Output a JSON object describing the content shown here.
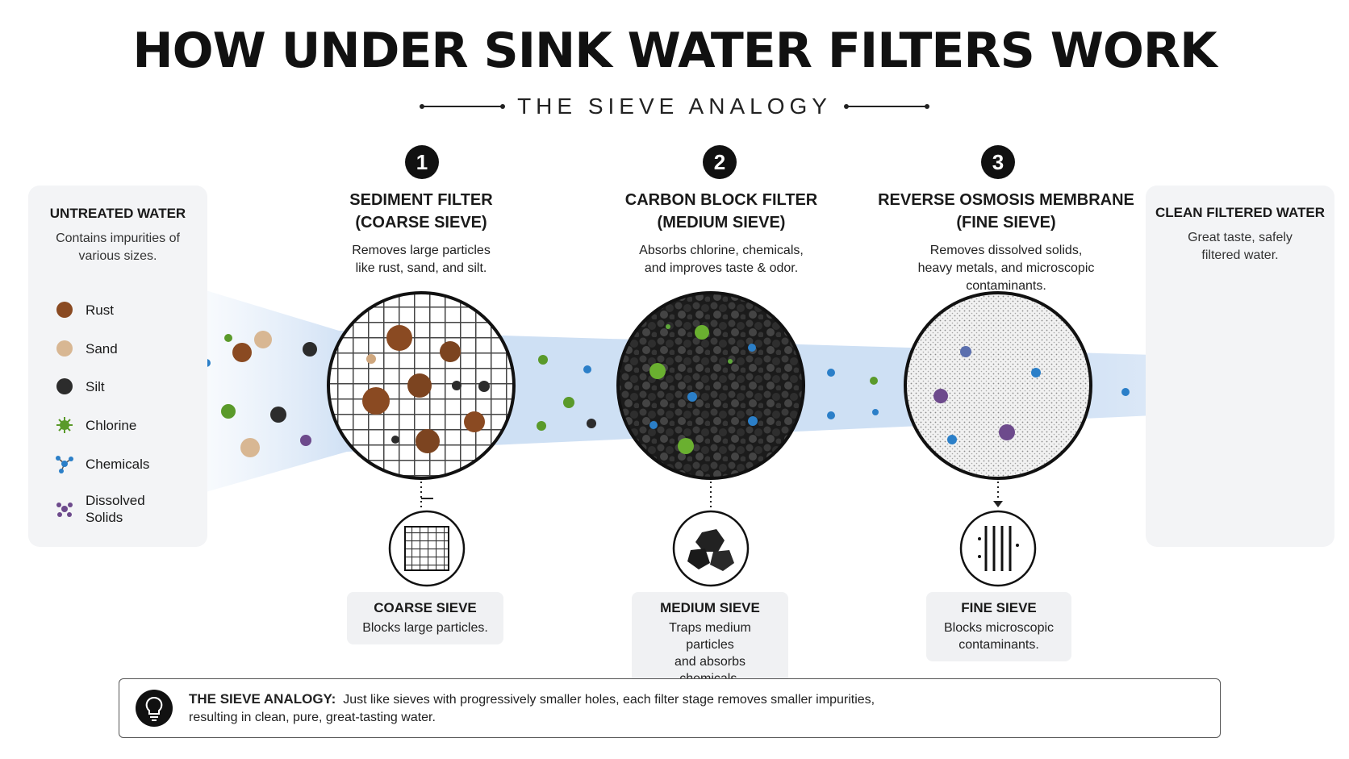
{
  "title": "HOW UNDER SINK WATER FILTERS WORK",
  "subtitle": "THE SIEVE ANALOGY",
  "untreated": {
    "title": "UNTREATED WATER",
    "desc": "Contains impurities of various sizes.",
    "legend": [
      {
        "label": "Rust",
        "icon": "rust-particle-icon",
        "color": "#8a4a22"
      },
      {
        "label": "Sand",
        "icon": "sand-particle-icon",
        "color": "#d8b793"
      },
      {
        "label": "Silt",
        "icon": "silt-particle-icon",
        "color": "#2c2c2c"
      },
      {
        "label": "Chlorine",
        "icon": "chlorine-particle-icon",
        "color": "#5a9a2a"
      },
      {
        "label": "Chemicals",
        "icon": "chemical-molecule-icon",
        "color": "#2b7fc8"
      },
      {
        "label": "Dissolved Solids",
        "icon": "dissolved-solids-icon",
        "color": "#6d4a8c"
      }
    ]
  },
  "stages": [
    {
      "number": "1",
      "title": "SEDIMENT FILTER (COARSE SIEVE)",
      "title_line1": "SEDIMENT FILTER",
      "title_line2": "(COARSE SIEVE)",
      "desc_line1": "Removes large particles",
      "desc_line2": "like rust, sand, and silt.",
      "sieve_title": "COARSE SIEVE",
      "sieve_desc_line1": "Blocks large particles.",
      "sieve_desc_line2": ""
    },
    {
      "number": "2",
      "title": "CARBON BLOCK FILTER (MEDIUM SIEVE)",
      "title_line1": "CARBON BLOCK FILTER",
      "title_line2": "(MEDIUM SIEVE)",
      "desc_line1": "Absorbs chlorine, chemicals,",
      "desc_line2": "and improves taste & odor.",
      "sieve_title": "MEDIUM SIEVE",
      "sieve_desc_line1": "Traps medium particles",
      "sieve_desc_line2": "and absorbs chemicals."
    },
    {
      "number": "3",
      "title": "REVERSE OSMOSIS MEMBRANE (FINE SIEVE)",
      "title_line1": "REVERSE OSMOSIS MEMBRANE",
      "title_line2": "(FINE SIEVE)",
      "desc_line1": "Removes dissolved solids,",
      "desc_line2": "heavy metals, and microscopic",
      "desc_line3": "contaminants.",
      "sieve_title": "FINE SIEVE",
      "sieve_desc_line1": "Blocks microscopic",
      "sieve_desc_line2": "contaminants."
    }
  ],
  "clean": {
    "title": "CLEAN FILTERED WATER",
    "desc": "Great taste, safely filtered water."
  },
  "footer": {
    "label": "THE SIEVE ANALOGY:",
    "text": "Just like sieves with progressively smaller holes, each filter stage removes smaller impurities, resulting in clean, pure, great-tasting water."
  },
  "colors": {
    "water_flow": "#c9dcf3",
    "rust": "#8a4a22",
    "sand": "#d8b793",
    "silt": "#2c2c2c",
    "chlorine": "#5a9a2a",
    "chemical": "#2b7fc8",
    "dissolved": "#6d4a8c"
  }
}
